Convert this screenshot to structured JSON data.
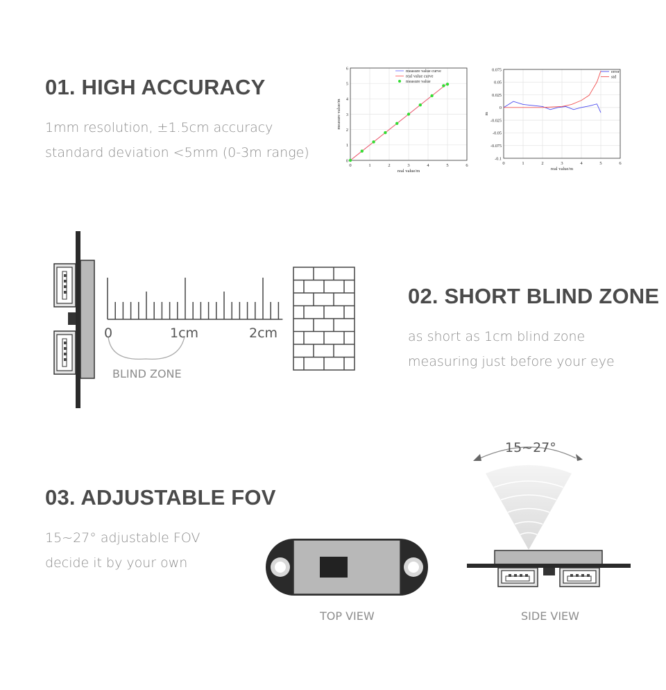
{
  "section1": {
    "title": "01. HIGH ACCURACY",
    "line1": "1mm resolution, ±1.5cm accuracy",
    "line2": "standard deviation <5mm (0-3m range)"
  },
  "section2": {
    "title": "02. SHORT BLIND ZONE",
    "line1": "as short as 1cm blind zone",
    "line2": "measuring just before your eye",
    "ruler_labels": [
      "0",
      "1cm",
      "2cm"
    ],
    "blind_zone_label": "BLIND ZONE"
  },
  "section3": {
    "title": "03. ADJUSTABLE FOV",
    "line1": "15~27° adjustable FOV",
    "line2": "decide it by your own",
    "fov_label": "15~27°",
    "top_view_label": "TOP VIEW",
    "side_view_label": "SIDE VIEW"
  },
  "chart_data": [
    {
      "type": "line",
      "xlabel": "real value/m",
      "ylabel": "measure value/m",
      "xlim": [
        0,
        6
      ],
      "ylim": [
        0,
        6
      ],
      "xticks": [
        "0",
        "1",
        "2",
        "3",
        "4",
        "5",
        "6"
      ],
      "yticks": [
        "0",
        "1",
        "2",
        "3",
        "4",
        "5",
        "6"
      ],
      "grid": true,
      "legend_position": "top",
      "series": [
        {
          "name": "measure value curve",
          "color": "#7070ff",
          "x": [
            0,
            5
          ],
          "y": [
            0,
            5
          ]
        },
        {
          "name": "real value curve",
          "color": "#ff6060",
          "x": [
            0,
            5
          ],
          "y": [
            0,
            5
          ]
        },
        {
          "name": "measure value",
          "color": "#33dd33",
          "style": "points",
          "x": [
            0,
            0.6,
            1.2,
            1.8,
            2.4,
            3.0,
            3.6,
            4.2,
            4.8,
            5.0
          ],
          "y": [
            0,
            0.6,
            1.2,
            1.8,
            2.4,
            3.0,
            3.6,
            4.2,
            4.85,
            4.95
          ]
        }
      ]
    },
    {
      "type": "line",
      "xlabel": "real value/m",
      "ylabel": "m",
      "xlim": [
        0,
        6
      ],
      "ylim": [
        -0.1,
        0.075
      ],
      "xticks": [
        "0",
        "1",
        "2",
        "3",
        "4",
        "5",
        "6"
      ],
      "yticks": [
        "0.075",
        "0.05",
        "0.025",
        "0",
        "-0.025",
        "-0.05",
        "-0.075",
        "-0.1"
      ],
      "grid": true,
      "legend_position": "top-right",
      "series": [
        {
          "name": "error",
          "color": "#4a4af0",
          "x": [
            0,
            0.5,
            1.0,
            1.5,
            2.0,
            2.4,
            2.8,
            3.2,
            3.6,
            4.0,
            4.4,
            4.8,
            5.0
          ],
          "y": [
            0,
            0.012,
            0.006,
            0.004,
            0.002,
            -0.004,
            0.0,
            0.002,
            -0.004,
            0.0,
            0.003,
            0.007,
            -0.01
          ]
        },
        {
          "name": "std",
          "color": "#f05050",
          "x": [
            0,
            0.5,
            1.0,
            1.5,
            2.0,
            2.5,
            3.0,
            3.5,
            4.0,
            4.4,
            4.8,
            5.0
          ],
          "y": [
            0,
            0.0,
            0.0,
            0.0,
            0.0,
            0.001,
            0.002,
            0.006,
            0.014,
            0.024,
            0.05,
            0.072
          ]
        }
      ]
    }
  ]
}
